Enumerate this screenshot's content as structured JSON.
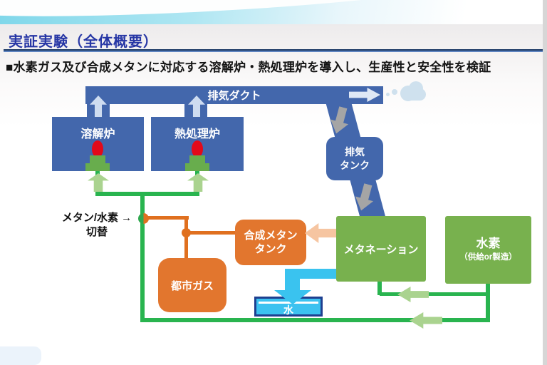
{
  "header": {
    "title": "実証実験（全体概要）",
    "subtitle": "■水素ガス及び合成メタンに対応する溶解炉・熱処理炉を導入し、生産性と安全性を検証"
  },
  "diagram": {
    "exhaust_duct_label": "排気ダクト",
    "melting_furnace_label": "溶解炉",
    "heat_furnace_label": "熱処理炉",
    "exhaust_tank_line1": "排気",
    "exhaust_tank_line2": "タンク",
    "methanation_label": "メタネーション",
    "hydrogen_line1": "水素",
    "hydrogen_line2": "（供給or製造）",
    "syn_methane_line1": "合成メタン",
    "syn_methane_line2": "タンク",
    "city_gas_label": "都市ガス",
    "water_label": "水",
    "switch_line1": "メタン/水素",
    "switch_arrow": "→",
    "switch_line2": "切替"
  },
  "icons": {
    "steam_cloud": "steam-cloud-icon",
    "burner_flame": "flame-icon",
    "exhaust_up_arrow": "exhaust-up-arrow-icon",
    "exhaust_out_arrow": "exhaust-out-arrow-icon",
    "exhaust_down_arrow": "exhaust-down-arrow-icon",
    "fuel_up_arrow": "fuel-up-arrow-icon",
    "methane_flow_arrow": "methane-flow-arrow-icon",
    "hydrogen_flow_arrow": "hydrogen-flow-arrow-icon",
    "water_down_arrow": "water-down-arrow-icon"
  },
  "colors": {
    "title_blue": "#2636a5",
    "box_blue": "#4367ac",
    "box_green": "#78b14e",
    "box_orange": "#e2762e",
    "pipe_green": "#29b44f",
    "pipe_orange": "#e0701f",
    "water_cyan": "#3ac3ef",
    "water_border_navy": "#1e3f90",
    "arrow_light_green": "#aad38f",
    "arrow_peach": "#f6c5a1",
    "arrow_gray": "#a5a5a5",
    "arrow_light_blue": "#cedcf0",
    "flame_red": "#e20a1a"
  }
}
